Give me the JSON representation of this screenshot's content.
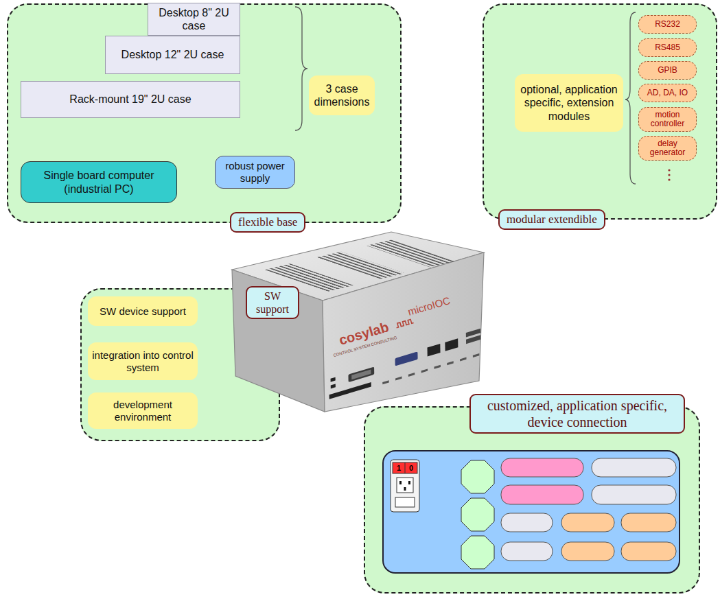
{
  "diagram": {
    "nodes": [
      {
        "text": [
          "flexible base"
        ]
      },
      {
        "text": [
          "Desktop 8\" 2U case"
        ],
        "in": 0
      },
      {
        "text": [
          "Desktop 12\" 2U case"
        ],
        "in": 0
      },
      {
        "text": [
          "Rack-mount 19\" 2U case"
        ],
        "in": 0
      },
      {
        "text": [
          "3 case dimensions"
        ],
        "in": 0
      },
      {
        "text": [
          "Single board computer (industrial PC)"
        ],
        "in": 0
      },
      {
        "text": [
          "robust power supply"
        ],
        "in": 0
      },
      {
        "text": [
          "modular extendible"
        ]
      },
      {
        "text": [
          "optional, application specific, extension modules"
        ],
        "in": 7
      },
      {
        "text": [
          "RS232"
        ],
        "in": 7
      },
      {
        "text": [
          "RS485"
        ],
        "in": 7
      },
      {
        "text": [
          "GPIB"
        ],
        "in": 7
      },
      {
        "text": [
          "AD, DA, IO"
        ],
        "in": 7
      },
      {
        "text": [
          "motion controller"
        ],
        "in": 7
      },
      {
        "text": [
          "delay generator"
        ],
        "in": 7
      },
      {
        "text": [
          "SW support"
        ]
      },
      {
        "text": [
          "SW device support"
        ],
        "in": 15
      },
      {
        "text": [
          "integration into control system"
        ],
        "in": 15
      },
      {
        "text": [
          "development environment"
        ],
        "in": 15
      },
      {
        "text": [
          "customized, application specific, device connection"
        ]
      }
    ],
    "labels": [
      "cosylab",
      "CONTROL SYSTEM CONSULTING",
      "microIOC",
      "1",
      "0"
    ]
  }
}
